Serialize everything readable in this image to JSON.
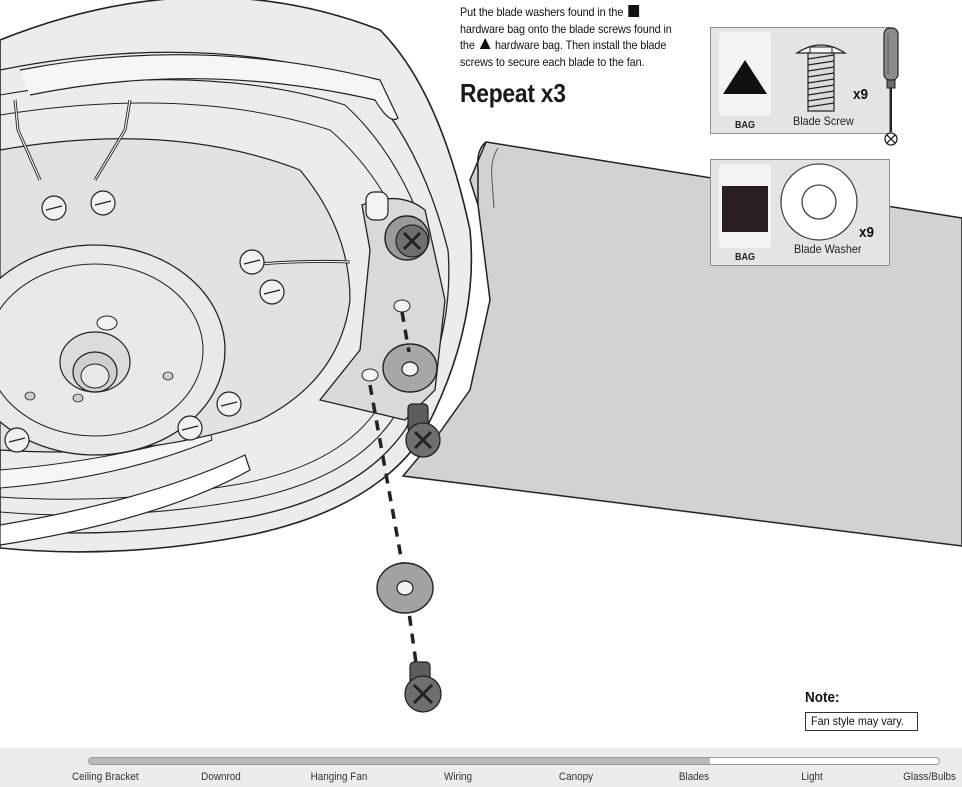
{
  "instruction": {
    "part1": "Put the blade washers found in the",
    "part2": "hardware bag onto the blade screws found in the",
    "part3": "hardware bag. Then install the blade screws to secure each blade to the fan."
  },
  "repeat_label": "Repeat x3",
  "hardware": [
    {
      "bag_symbol": "triangle",
      "bag_label": "BAG",
      "name": "Blade Screw",
      "quantity": "x9"
    },
    {
      "bag_symbol": "square",
      "bag_label": "BAG",
      "name": "Blade Washer",
      "quantity": "x9"
    }
  ],
  "note": {
    "title": "Note:",
    "text": "Fan style may vary."
  },
  "progress": {
    "fraction": 0.73,
    "steps": [
      "Ceiling Bracket",
      "Downrod",
      "Hanging Fan",
      "Wiring",
      "Canopy",
      "Blades",
      "Light",
      "Glass/Bulbs"
    ]
  },
  "colors": {
    "illustration_fill": "#e8e8e8",
    "line": "#222222",
    "hardware_box": "#e4e4e4",
    "progress_fill": "#b9b9b9"
  },
  "icons": [
    "screwdriver-icon",
    "phillips-head-icon"
  ]
}
